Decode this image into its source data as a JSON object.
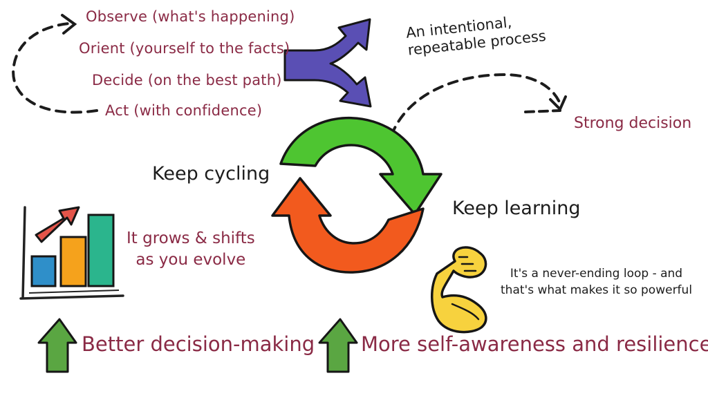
{
  "steps": [
    "Observe (what's happening)",
    "Orient (yourself to the facts)",
    "Decide (on the best path)",
    "Act (with confidence)"
  ],
  "process_note": "An intentional,\nrepeatable process",
  "strong_decision": "Strong decision",
  "keep_cycling": "Keep cycling",
  "keep_learning": "Keep learning",
  "grows_note": "It grows & shifts\nas you evolve",
  "loop_note": "It's a never-ending loop - and\nthat's what makes it so powerful",
  "benefits": [
    "Better decision-making",
    "More self-awareness and resilience"
  ],
  "colors": {
    "text_accent": "#8a2a45",
    "text_dark": "#1c1c1c",
    "arrow_purple": "#5a4fb4",
    "arrow_green": "#4ec531",
    "arrow_red": "#f25a1e",
    "bar_blue": "#2f8fc9",
    "bar_orange": "#f5a21c",
    "bar_teal": "#2bb58d",
    "trend_arrow": "#e4554a",
    "up_arrow_green": "#5aa642",
    "muscle_yellow": "#f7d23e"
  },
  "icons": [
    "fork-arrow-icon",
    "cycle-arrows-icon",
    "bar-chart-icon",
    "flexed-bicep-icon",
    "up-arrow-icon"
  ]
}
